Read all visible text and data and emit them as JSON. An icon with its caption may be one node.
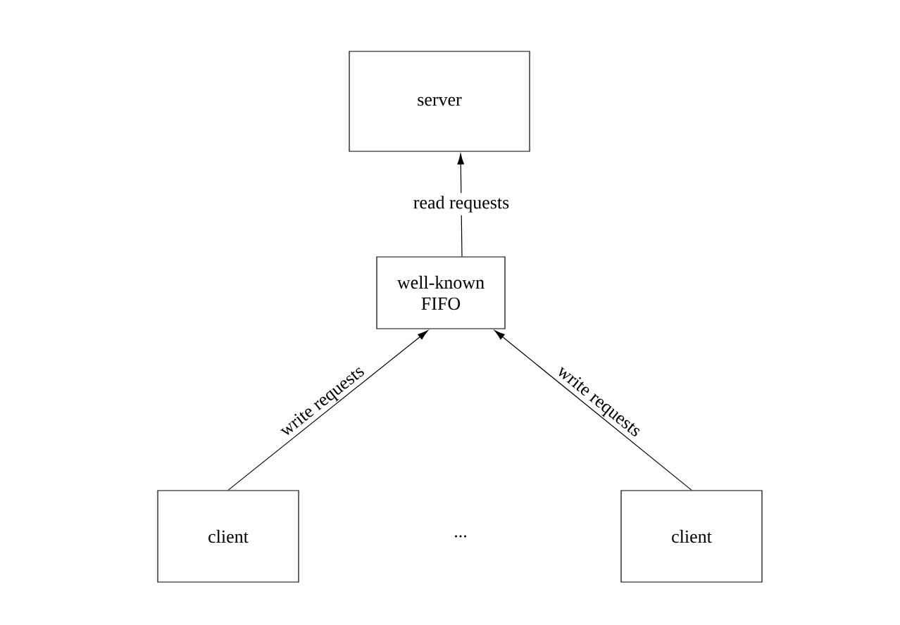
{
  "diagram": {
    "nodes": [
      {
        "text": [
          "server"
        ]
      },
      {
        "text": [
          "well-known FIFO"
        ]
      },
      {
        "text": [
          "client"
        ]
      },
      {
        "text": [
          "client"
        ]
      }
    ],
    "edges": [
      {
        "from": 1,
        "to": 0,
        "arrow": "to",
        "label": "read requests"
      },
      {
        "from": 2,
        "to": 1,
        "arrow": "to",
        "label": "write requests"
      },
      {
        "from": 3,
        "to": 1,
        "arrow": "to",
        "label": "write requests"
      }
    ],
    "labels": [
      "..."
    ]
  }
}
